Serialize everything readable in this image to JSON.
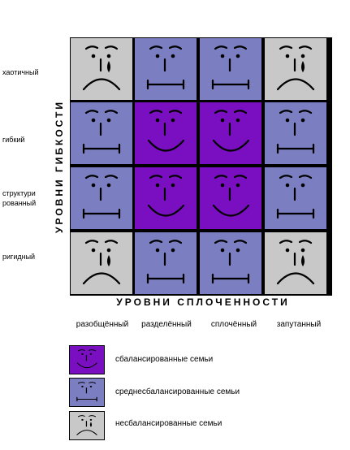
{
  "colors": {
    "balanced": "#7a0fc2",
    "mid": "#7b7ec0",
    "unbalanced": "#c8c8c8",
    "grid": "#000000"
  },
  "axis": {
    "x_title": "УРОВНИ СПЛОЧЕННОСТИ",
    "y_title": "УРОВНИ ГИБКОСТИ"
  },
  "rows": [
    {
      "label": "хаотичный",
      "cells": [
        "unbalanced",
        "mid",
        "mid",
        "unbalanced"
      ]
    },
    {
      "label": "гибкий",
      "cells": [
        "mid",
        "balanced",
        "balanced",
        "mid"
      ]
    },
    {
      "label": "структури рованный",
      "cells": [
        "mid",
        "balanced",
        "balanced",
        "mid"
      ]
    },
    {
      "label": "ригидный",
      "cells": [
        "unbalanced",
        "mid",
        "mid",
        "unbalanced"
      ]
    }
  ],
  "columns": [
    "разобщённый",
    "разделённый",
    "сплочённый",
    "запутанный"
  ],
  "legend": [
    {
      "type": "balanced",
      "label": "сбалансированные семьи",
      "face": "smile-face-icon"
    },
    {
      "type": "mid",
      "label": "среднесбалансированные семьи",
      "face": "neutral-face-icon"
    },
    {
      "type": "unbalanced",
      "label": "несбалансированные семьи",
      "face": "sad-face-icon"
    }
  ]
}
